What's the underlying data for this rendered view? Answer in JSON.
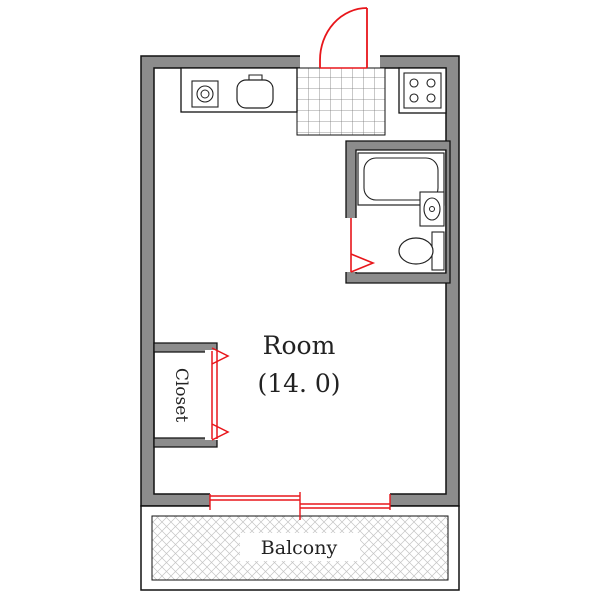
{
  "rooms": {
    "main": {
      "label": "Room",
      "size": "(14. 0)"
    },
    "closet": {
      "label": "Closet"
    },
    "balcony": {
      "label": "Balcony"
    }
  },
  "colors": {
    "wall": "#8c8c8c",
    "outline": "#111111",
    "door": "#e8161b",
    "balcony_hatch": "#bdbdbd"
  }
}
